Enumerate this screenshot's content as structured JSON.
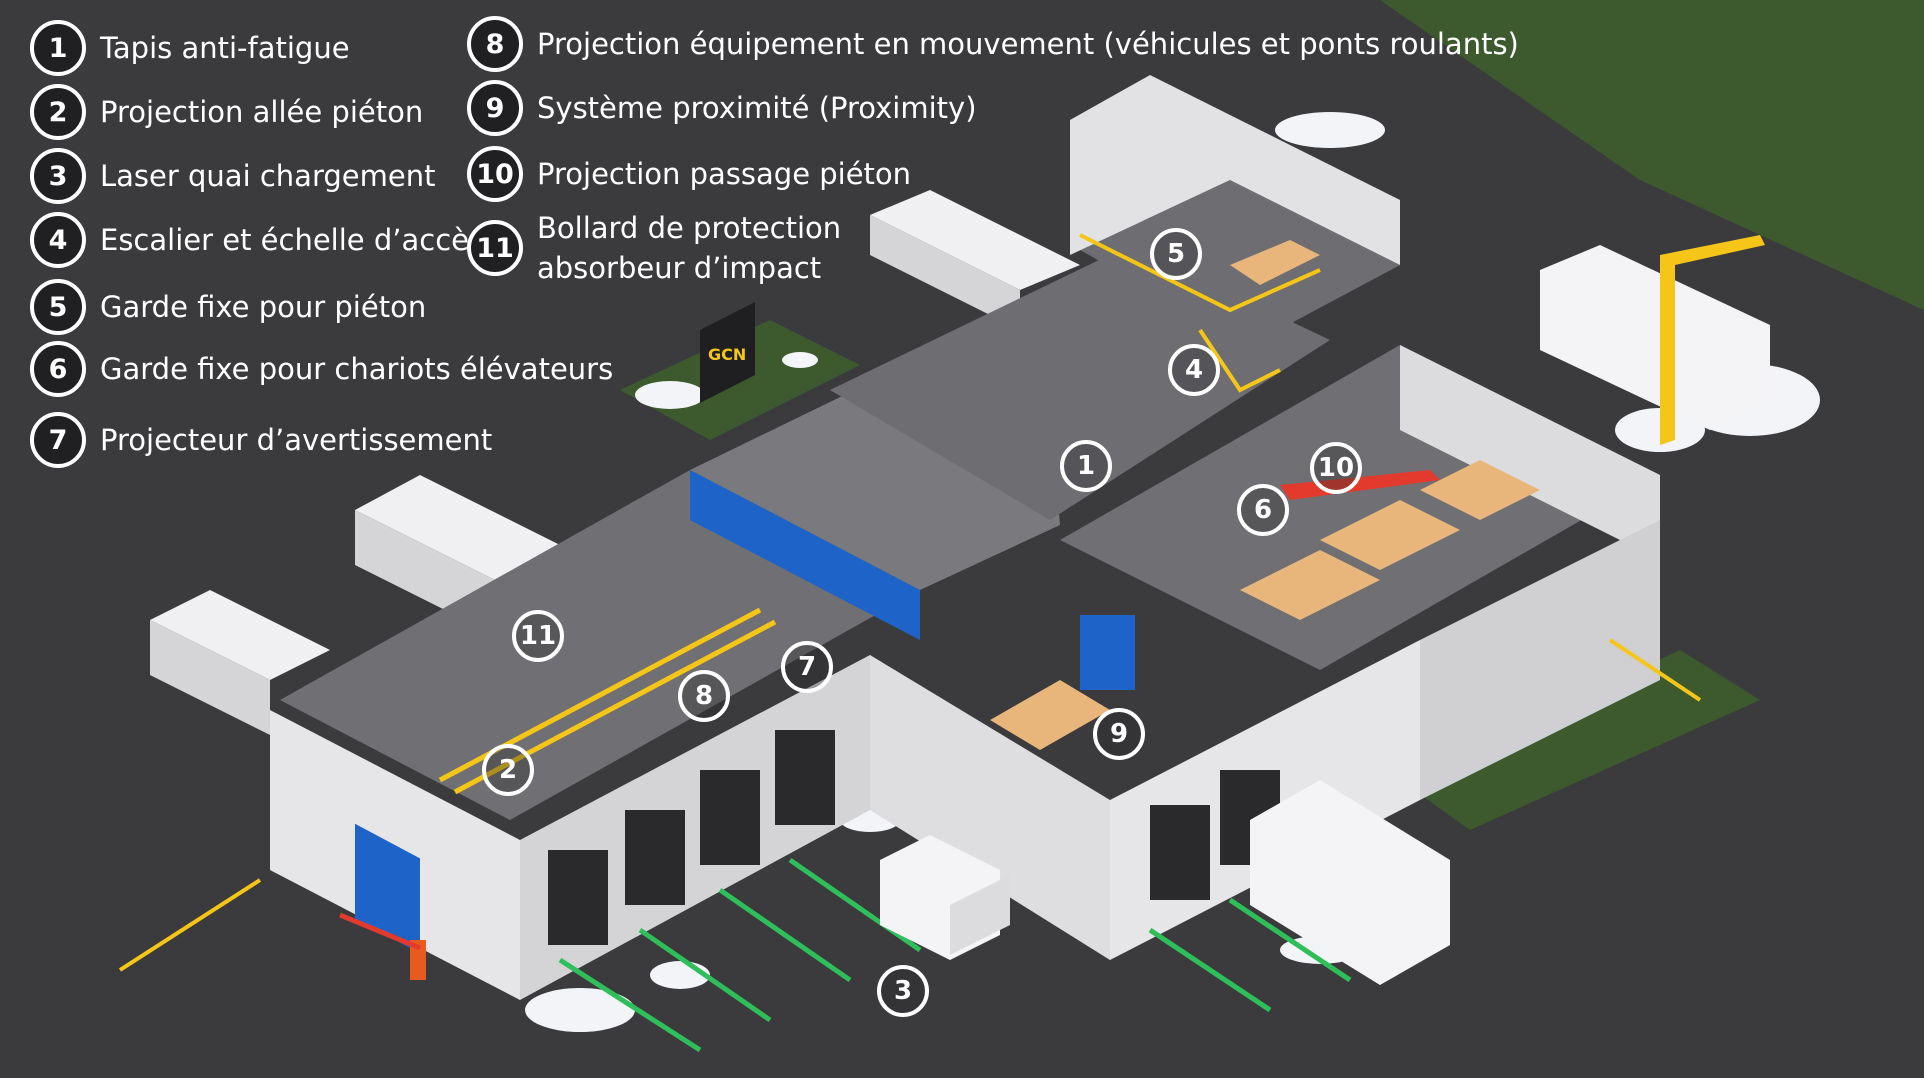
{
  "legend": {
    "items": [
      {
        "num": "1",
        "label": "Tapis anti-fatigue"
      },
      {
        "num": "2",
        "label": "Projection allée piéton"
      },
      {
        "num": "3",
        "label": "Laser quai chargement"
      },
      {
        "num": "4",
        "label": "Escalier et échelle d’accès"
      },
      {
        "num": "5",
        "label": "Garde fixe pour piéton"
      },
      {
        "num": "6",
        "label": "Garde fixe pour chariots élévateurs"
      },
      {
        "num": "7",
        "label": "Projecteur d’avertissement"
      },
      {
        "num": "8",
        "label": "Projection équipement en mouvement (véhicules et ponts roulants)"
      },
      {
        "num": "9",
        "label": "Système proximité (Proximity)"
      },
      {
        "num": "10",
        "label": "Projection passage piéton"
      },
      {
        "num": "11",
        "label": "Bollard de protection absorbeur d’impact"
      }
    ]
  },
  "markers": [
    "1",
    "2",
    "3",
    "4",
    "5",
    "6",
    "7",
    "8",
    "9",
    "10",
    "11"
  ],
  "logo": {
    "text": "GCN"
  },
  "colors": {
    "background": "#3b3b3e",
    "grass": "#3d5a2e",
    "wall_light": "#e6e6e8",
    "wall_shade": "#c9c9cc",
    "floor": "#707074",
    "safety_yellow": "#f5c518",
    "safety_red": "#e23b2e",
    "door_blue": "#1e63c8",
    "laser_green": "#2fbf5a",
    "box": "#e8b57a"
  }
}
